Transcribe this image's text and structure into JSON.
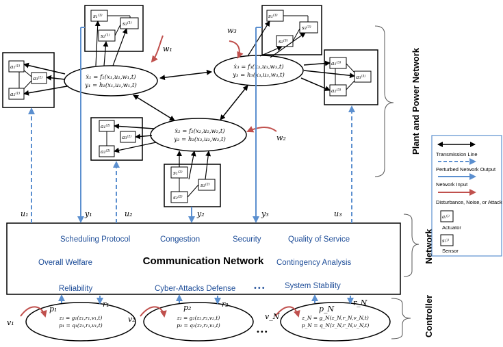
{
  "section_labels": {
    "plant": "Plant and Power Network",
    "network": "Network",
    "controller": "Controller"
  },
  "network_box": {
    "title": "Communication Network",
    "items": [
      "Scheduling Protocol",
      "Congestion",
      "Security",
      "Quality of Service",
      "Overall Welfare",
      "Contingency Analysis",
      "Reliability",
      "Cyber-Attacks Defense",
      "System Stability"
    ],
    "dots": "•••"
  },
  "plants": {
    "p1": {
      "l1": "ẋ₁ = f₁(x₁,u₁,w₁,t)",
      "l2": "y₁ = h₁(x₁,u₁,w₁,t)"
    },
    "p2": {
      "l1": "ẋ₂ = f₂(x₂,u₂,w₂,t)",
      "l2": "y₂ = h₂(x₂,u₂,w₂,t)"
    },
    "p3": {
      "l1": "ẋ₃ = f₃(x₃,u₃,w₃,t)",
      "l2": "y₃ = h₃(x₃,u₃,w₃,t)"
    }
  },
  "controllers": {
    "c1": {
      "l1": "z₁ = g₁(z₁,r₁,v₁,t)",
      "l2": "p₁ = q₁(z₁,r₁,v₁,t)"
    },
    "c2": {
      "l1": "z₂ = g₂(z₂,r₂,v₂,t)",
      "l2": "p₂ = q₂(z₂,r₂,v₂,t)"
    },
    "cN": {
      "l1": "z_N = g_N(z_N,r_N,v_N,t)",
      "l2": "p_N = q_N(z_N,r_N,v_N,t)"
    },
    "dots": "•••"
  },
  "signals": {
    "w1": "w₁",
    "w2": "w₂",
    "w3": "w₃",
    "u1": "u₁",
    "u2": "u₂",
    "u3": "u₃",
    "y1": "y₁",
    "y2": "y₂",
    "y3": "y₃",
    "v1": "v₁",
    "v2": "v₂",
    "vN": "v_N",
    "p1": "p₁",
    "p2": "p₂",
    "pN": "p_N",
    "r1": "r₁",
    "r2": "r₂",
    "rN": "r_N"
  },
  "sensors": {
    "g1": [
      "s₁⁽¹⁾",
      "s₂⁽¹⁾",
      "s₃⁽¹⁾"
    ],
    "g2": [
      "s₁⁽²⁾",
      "s₂⁽²⁾",
      "s₃⁽²⁾"
    ],
    "g3": [
      "s₁⁽³⁾",
      "s₂⁽³⁾",
      "s₃⁽³⁾"
    ]
  },
  "actuators": {
    "g1": [
      "a₁⁽¹⁾",
      "a₂⁽¹⁾",
      "a₃⁽¹⁾"
    ],
    "g2": [
      "a₁⁽²⁾",
      "a₂⁽²⁾",
      "a₃⁽²⁾"
    ],
    "g3": [
      "a₁⁽³⁾",
      "a₂⁽³⁾",
      "a₃⁽³⁾"
    ]
  },
  "legend": {
    "transmission": "Transmission Line",
    "perturbed": "Perturbed Network Output",
    "input": "Network Input",
    "disturbance": "Disturbance, Noise, or Attack",
    "actuator_symbol": "aᵢ⁽ʲ⁾",
    "actuator": "Actuator",
    "sensor_symbol": "sᵢ⁽ʲ⁾",
    "sensor": "Sensor"
  },
  "colors": {
    "blue": "#1f4e99",
    "arrow_blue": "#5b8fcf",
    "red": "#c0504d"
  }
}
